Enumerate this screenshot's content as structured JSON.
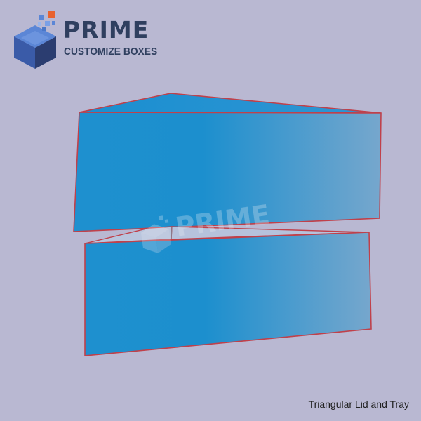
{
  "brand": {
    "name": "PRIME",
    "tagline": "CUSTOMIZE BOXES",
    "colors": {
      "navy": "#2f3f5f",
      "blue": "#4a77c8",
      "accent_orange": "#e8622e"
    }
  },
  "watermark": {
    "name": "PRIME"
  },
  "illustration": {
    "colors": {
      "box_fill_start": "#1e90cf",
      "box_fill_end": "#6ea8d0",
      "outline": "#c0404a"
    }
  },
  "caption": "Triangular Lid and Tray",
  "background": "#b9b8d2"
}
